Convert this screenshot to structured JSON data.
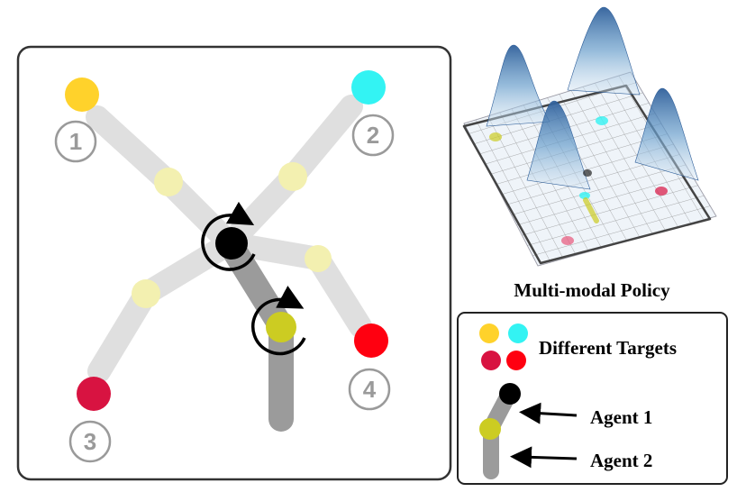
{
  "scene": {
    "targets": [
      {
        "id": "1",
        "color": "#FFD22B"
      },
      {
        "id": "2",
        "color": "#33F3F3"
      },
      {
        "id": "3",
        "color": "#D81341"
      },
      {
        "id": "4",
        "color": "#FF0010"
      }
    ],
    "agent1_color": "#000000",
    "agent2_color": "#CCCC22",
    "trail_color": "#d9d9d9",
    "agent_path_color": "#9b9b9b"
  },
  "policy": {
    "title": "Multi-modal Policy",
    "surface_color": "#2f6aa8"
  },
  "legend": {
    "targets_label": "Different Targets",
    "agent1_label": "Agent 1",
    "agent2_label": "Agent 2"
  }
}
